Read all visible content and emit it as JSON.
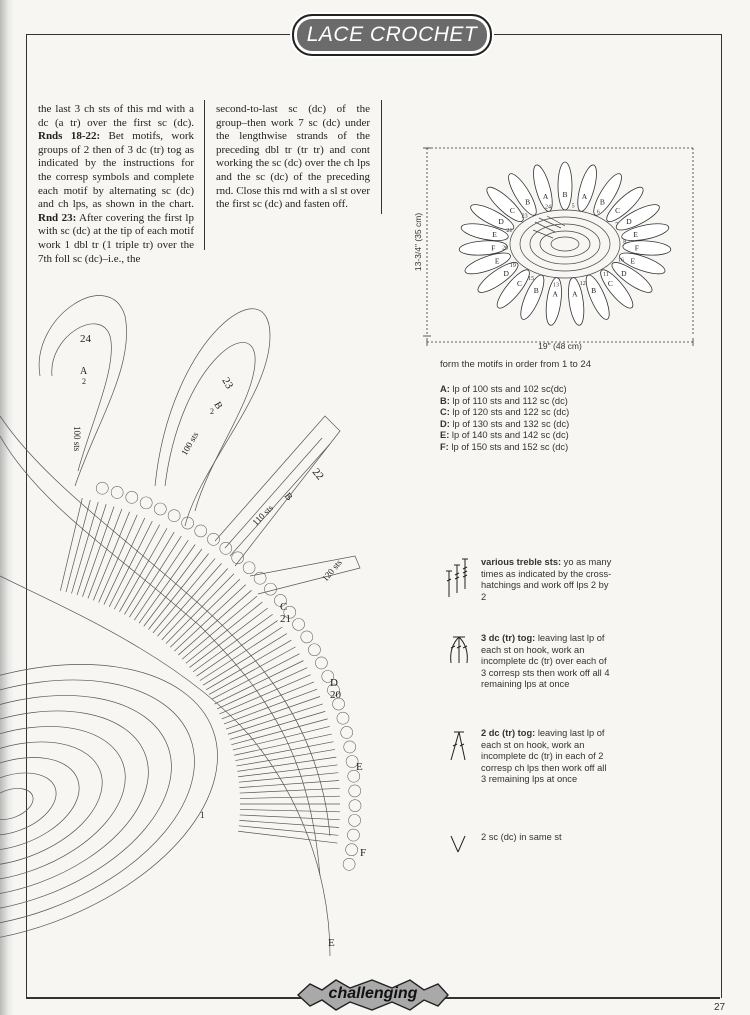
{
  "header": {
    "title": "LACE CROCHET"
  },
  "instructions": {
    "col1": [
      {
        "text": "the last 3 ch sts of this rnd with a dc (a tr) over the first sc (dc). "
      },
      {
        "bold": "Rnds 18-22:"
      },
      {
        "text": " Bet motifs, work groups of 2 then of 3 dc (tr) tog as indicated by the instructions for the corresp symbols and complete each motif by alternating sc (dc) and ch lps, as shown in the chart. "
      },
      {
        "bold": "Rnd 23:"
      },
      {
        "text": " After covering the first lp with sc (dc) at the tip of each motif work 1 dbl tr (1 triple tr) over the 7th foll sc (dc)–i.e., the"
      }
    ],
    "col2": "second-to-last sc (dc) of the group–then work 7 sc (dc) under the lengthwise strands of the preceding dbl tr (tr tr) and cont working the sc (dc) over the ch lps and the sc (dc) of the preceding rnd. Close this rnd with a sl st over the first sc (dc) and fasten off."
  },
  "schematic": {
    "height_label": "13-3/4\" (35 cm)",
    "width_label": "19\" (48 cm)",
    "caption": "form the motifs in order from 1 to 24",
    "petal_letters": [
      "B",
      "A",
      "B",
      "C",
      "D",
      "E",
      "F",
      "E",
      "D",
      "C",
      "B",
      "A",
      "A",
      "B",
      "C",
      "D",
      "E",
      "F",
      "E",
      "D",
      "C",
      "B",
      "A"
    ],
    "petal_numbers": [
      "5",
      "6",
      "7",
      "8",
      "16",
      "11",
      "12",
      "13",
      "15",
      "19",
      "20",
      "21",
      "23",
      "24"
    ]
  },
  "legend": [
    {
      "key": "A:",
      "text": "lp of 100 sts and 102 sc(dc)"
    },
    {
      "key": "B:",
      "text": "lp of 110 sts and 112 sc (dc)"
    },
    {
      "key": "C:",
      "text": "lp of 120 sts and 122 sc (dc)"
    },
    {
      "key": "D:",
      "text": "lp of 130 sts and 132 sc (dc)"
    },
    {
      "key": "E:",
      "text": "lp of 140 sts and 142 sc (dc)"
    },
    {
      "key": "F:",
      "text": "lp of 150 sts and 152 sc (dc)"
    }
  ],
  "symbols": {
    "treble": {
      "bold": "various treble sts:",
      "text": " yo as many times as indicated by the cross-hatchings and work off lps 2 by 2"
    },
    "three_dc": {
      "bold": "3 dc (tr) tog:",
      "text": " leaving last lp of each st on hook, work an incomplete dc (tr) over each of 3 corresp sts then work off all 4 remaining lps at once"
    },
    "two_dc": {
      "bold": "2 dc (tr) tog:",
      "text": " leaving last lp of each st on hook, work an incomplete dc (tr) in each of 2 corresp ch lps then work off all 3 remaining lps at once"
    },
    "two_sc": {
      "text": "2 sc (dc) in same st"
    }
  },
  "chart_labels": {
    "n24": "24",
    "a2": "A",
    "a2sub": "2",
    "sts100a": "100 sts",
    "n23": "23",
    "b2": "B",
    "b2sub": "2",
    "sts100b": "100 sts",
    "n22": "22",
    "b3": "B",
    "sts110": "110 sts",
    "sts120": "120 sts",
    "c": "C",
    "n21": "21",
    "d": "D",
    "n20": "20",
    "e1": "E",
    "f": "F",
    "e2": "E",
    "n1": "1"
  },
  "footer": {
    "badge": "challenging",
    "page_number": "27"
  }
}
